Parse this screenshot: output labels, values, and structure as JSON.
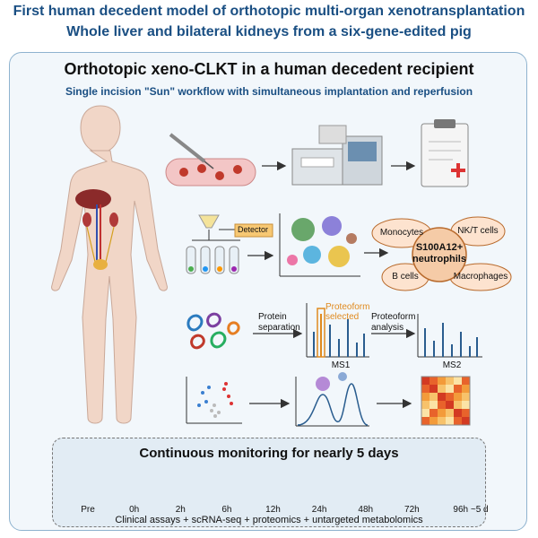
{
  "header": {
    "line1": "First human decedent model of orthotopic multi-organ xenotransplantation",
    "line2": "Whole liver and bilateral kidneys from a six-gene-edited pig"
  },
  "panel": {
    "title": "Orthotopic xeno-CLKT in a human decedent recipient",
    "subtitle": "Single incision \"Sun\" workflow with simultaneous implantation and reperfusion"
  },
  "row2": {
    "detector": "Detector",
    "center_line1": "S100A12+",
    "center_line2": "neutrophils",
    "cells": [
      "Monocytes",
      "NK/T cells",
      "B cells",
      "Macrophages"
    ]
  },
  "row3": {
    "protein_sep_1": "Protein",
    "protein_sep_2": "separation",
    "proteoform_sel_1": "Proteoform",
    "proteoform_sel_2": "selected",
    "proteoform_an_1": "Proteoform",
    "proteoform_an_2": "analysis",
    "ms1": "MS1",
    "ms2": "MS2"
  },
  "monitoring": {
    "title": "Continuous monitoring for nearly 5 days",
    "timepoints": [
      "Pre",
      "0h",
      "2h",
      "6h",
      "12h",
      "24h",
      "48h",
      "72h",
      "96h ~5 d"
    ],
    "assays": "Clinical assays + scRNA-seq + proteomics + untargeted metabolomics"
  },
  "colors": {
    "title_blue": "#1a4f83",
    "timeline_blue": "#2e6e9e",
    "cell_center": "#f5cba7"
  }
}
